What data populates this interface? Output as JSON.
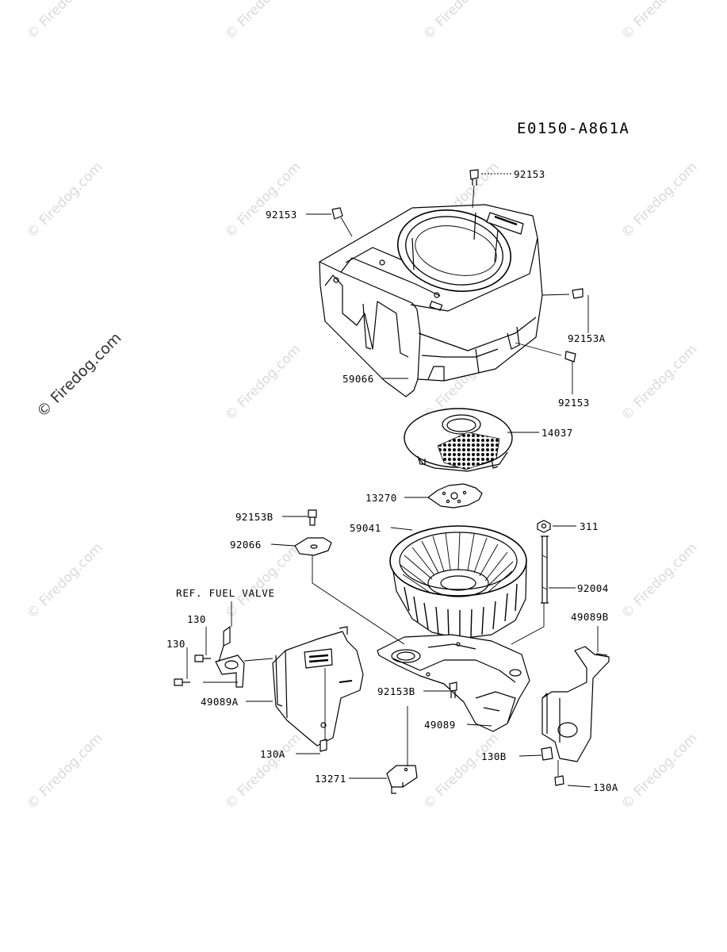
{
  "diagram_code": "E0150-A861A",
  "watermark": "© Firedog.com",
  "reference_note": "REF. FUEL VALVE",
  "part_labels": [
    {
      "id": "lbl-92153-top",
      "text": "92153"
    },
    {
      "id": "lbl-92153-left",
      "text": "92153"
    },
    {
      "id": "lbl-92153A",
      "text": "92153A"
    },
    {
      "id": "lbl-92153-right",
      "text": "92153"
    },
    {
      "id": "lbl-59066",
      "text": "59066"
    },
    {
      "id": "lbl-14037",
      "text": "14037"
    },
    {
      "id": "lbl-13270",
      "text": "13270"
    },
    {
      "id": "lbl-92153B-top",
      "text": "92153B"
    },
    {
      "id": "lbl-59041",
      "text": "59041"
    },
    {
      "id": "lbl-311",
      "text": "311"
    },
    {
      "id": "lbl-92066",
      "text": "92066"
    },
    {
      "id": "lbl-92004",
      "text": "92004"
    },
    {
      "id": "lbl-49089B",
      "text": "49089B"
    },
    {
      "id": "lbl-130-a",
      "text": "130"
    },
    {
      "id": "lbl-130-b",
      "text": "130"
    },
    {
      "id": "lbl-49089A",
      "text": "49089A"
    },
    {
      "id": "lbl-92153B-mid",
      "text": "92153B"
    },
    {
      "id": "lbl-49089",
      "text": "49089"
    },
    {
      "id": "lbl-130A-left",
      "text": "130A"
    },
    {
      "id": "lbl-130B",
      "text": "130B"
    },
    {
      "id": "lbl-13271",
      "text": "13271"
    },
    {
      "id": "lbl-130A-right",
      "text": "130A"
    }
  ]
}
